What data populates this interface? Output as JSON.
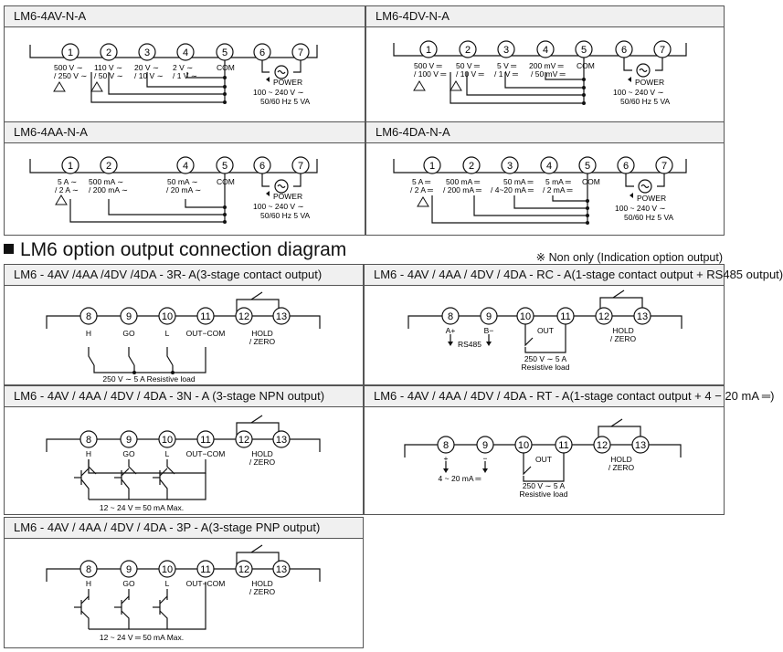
{
  "top_panels": {
    "lm6_4av": {
      "title": "LM6-4AV-N-A",
      "terminals": [
        "1",
        "2",
        "3",
        "4",
        "5",
        "6",
        "7"
      ],
      "inputs": [
        [
          "500 V ∼",
          "/ 250 V ∼"
        ],
        [
          "110 V ∼",
          "/ 50 V ∼"
        ],
        [
          "20 V ∼",
          "/ 10 V ∼"
        ],
        [
          "2 V ∼",
          "/ 1 V ∼"
        ]
      ],
      "com": "COM",
      "power": [
        "POWER",
        "100 ~ 240 V ∼",
        "50/60 Hz  5 VA"
      ]
    },
    "lm6_4dv": {
      "title": "LM6-4DV-N-A",
      "terminals": [
        "1",
        "2",
        "3",
        "4",
        "5",
        "6",
        "7"
      ],
      "inputs": [
        [
          "500 V ═",
          "/ 100 V ═"
        ],
        [
          "50 V ═",
          "/ 10 V ═"
        ],
        [
          "5 V ═",
          "/ 1 V ═"
        ],
        [
          "200 mV ═",
          "/ 50 mV ═"
        ]
      ],
      "com": "COM",
      "power": [
        "POWER",
        "100 ~ 240 V ∼",
        "50/60 Hz  5 VA"
      ]
    },
    "lm6_4aa": {
      "title": "LM6-4AA-N-A",
      "terminals": [
        "1",
        "2",
        "4",
        "5",
        "6",
        "7"
      ],
      "inputs": [
        [
          "5 A ∼",
          "/ 2 A ∼"
        ],
        [
          "500 mA ∼",
          "/ 200 mA ∼"
        ],
        [
          "50 mA ∼",
          "/ 20 mA ∼"
        ]
      ],
      "com": "COM",
      "power": [
        "POWER",
        "100 ~ 240 V ∼",
        "50/60 Hz  5 VA"
      ]
    },
    "lm6_4da": {
      "title": "LM6-4DA-N-A",
      "terminals": [
        "1",
        "2",
        "3",
        "4",
        "5",
        "6",
        "7"
      ],
      "inputs": [
        [
          "5 A ═",
          "/ 2 A ═"
        ],
        [
          "500 mA ═",
          "/ 200 mA ═"
        ],
        [
          "50 mA ═",
          "/ 4~20 mA ═"
        ],
        [
          "5 mA ═",
          "/ 2 mA ═"
        ]
      ],
      "com": "COM",
      "power": [
        "POWER",
        "100 ~ 240 V ∼",
        "50/60 Hz  5 VA"
      ]
    }
  },
  "section": {
    "title": "LM6 option output connection diagram",
    "note": "※ Non only (Indication option output)"
  },
  "option_panels": {
    "p3r": {
      "title": "LM6 - 4AV /4AA /4DV /4DA  - 3R- A(3-stage contact output)",
      "terminals": [
        "8",
        "9",
        "10",
        "11",
        "12",
        "13"
      ],
      "labels": [
        "H",
        "GO",
        "L",
        "OUT−COM",
        "HOLD",
        "/ ZERO"
      ],
      "load": "250 V ∼   5 A Resistive load"
    },
    "p3n": {
      "title": "LM6 - 4AV / 4AA / 4DV / 4DA  - 3N - A (3-stage NPN output)",
      "terminals": [
        "8",
        "9",
        "10",
        "11",
        "12",
        "13"
      ],
      "labels": [
        "H",
        "GO",
        "L",
        "OUT−COM",
        "HOLD",
        "/ ZERO"
      ],
      "load": "12 ~ 24 V ═     50 mA Max."
    },
    "p3p": {
      "title": "LM6 - 4AV / 4AA / 4DV / 4DA  - 3P - A(3-stage PNP output)",
      "terminals": [
        "8",
        "9",
        "10",
        "11",
        "12",
        "13"
      ],
      "labels": [
        "H",
        "GO",
        "L",
        "OUT−COM",
        "HOLD",
        "/ ZERO"
      ],
      "load": "12 ~ 24 V ═     50 mA Max."
    },
    "prc": {
      "title": "LM6 - 4AV / 4AA / 4DV / 4DA  - RC - A(1-stage contact output + RS485 output)",
      "terminals": [
        "8",
        "9",
        "10",
        "11",
        "12",
        "13"
      ],
      "labels": [
        "A+",
        "B−",
        "RS485",
        "OUT",
        "HOLD",
        "/ ZERO"
      ],
      "load": [
        "250 V ∼   5 A",
        "Resistive load"
      ]
    },
    "prt": {
      "title": "LM6 - 4AV / 4AA / 4DV / 4DA  - RT - A(1-stage contact output + 4 − 20 mA ═)",
      "terminals": [
        "8",
        "9",
        "10",
        "11",
        "12",
        "13"
      ],
      "labels": [
        "+",
        "−",
        "4 ~ 20 mA ═",
        "OUT",
        "HOLD",
        "/ ZERO"
      ],
      "load": [
        "250 V ∼   5 A",
        "Resistive load"
      ]
    }
  }
}
